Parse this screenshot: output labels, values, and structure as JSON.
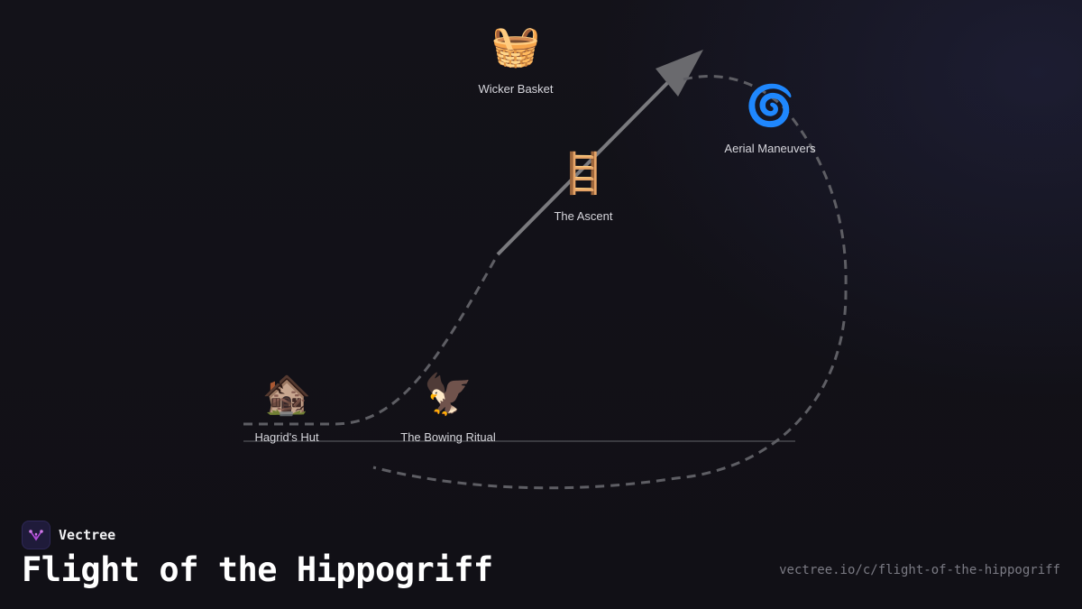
{
  "diagram": {
    "nodes": [
      {
        "id": "hut",
        "label": "Hagrid's Hut",
        "icon": "house-icon",
        "glyph": "🏚️"
      },
      {
        "id": "bow",
        "label": "The Bowing Ritual",
        "icon": "eagle-icon",
        "glyph": "🦅"
      },
      {
        "id": "ascent",
        "label": "The Ascent",
        "icon": "ladder-icon",
        "glyph": "🪜"
      },
      {
        "id": "basket",
        "label": "Wicker Basket",
        "icon": "basket-icon",
        "glyph": "🧺"
      },
      {
        "id": "aerial",
        "label": "Aerial Maneuvers",
        "icon": "spiral-icon",
        "glyph": "🌀"
      }
    ]
  },
  "branding": {
    "name": "Vectree",
    "logo_icon": "vectree-logo-icon"
  },
  "title": "Flight of the Hippogriff",
  "url": "vectree.io/c/flight-of-the-hippogriff",
  "colors": {
    "background": "#121117",
    "path": "#5e5e64",
    "arrow": "#7a7a7e",
    "logo_accent": "#b04ad8"
  }
}
